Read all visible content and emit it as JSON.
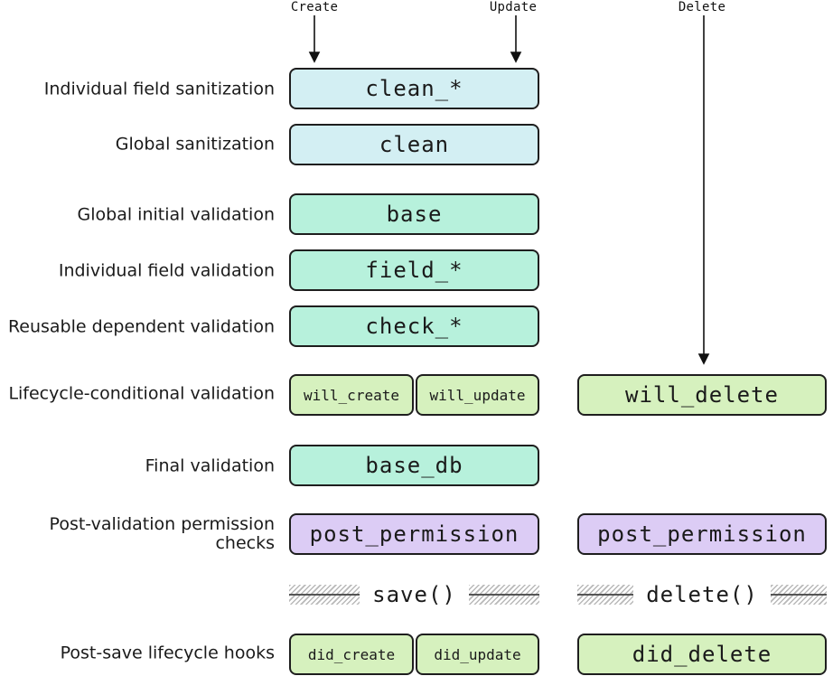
{
  "columns": {
    "create": "Create",
    "update": "Update",
    "delete": "Delete"
  },
  "rows": {
    "field_sanitization": {
      "label": "Individual field sanitization",
      "box": "clean_*"
    },
    "global_sanitization": {
      "label": "Global sanitization",
      "box": "clean"
    },
    "global_initial_validation": {
      "label": "Global initial validation",
      "box": "base"
    },
    "field_validation": {
      "label": "Individual field validation",
      "box": "field_*"
    },
    "reusable_validation": {
      "label": "Reusable dependent validation",
      "box": "check_*"
    },
    "lifecycle_validation": {
      "label": "Lifecycle-conditional validation",
      "create_box": "will_create",
      "update_box": "will_update",
      "delete_box": "will_delete"
    },
    "final_validation": {
      "label": "Final validation",
      "box": "base_db"
    },
    "post_permission": {
      "label": "Post-validation permission checks",
      "box": "post_permission",
      "delete_box": "post_permission"
    },
    "persist": {
      "save": "save()",
      "delete": "delete()"
    },
    "post_save_hooks": {
      "label": "Post-save lifecycle hooks",
      "create_box": "did_create",
      "update_box": "did_update",
      "delete_box": "did_delete"
    }
  },
  "colors": {
    "sanitization": "#d3eff3",
    "validation": "#b7f1dc",
    "lifecycle": "#d6f1be",
    "permission": "#dcccf5",
    "border": "#1e1e1e"
  }
}
